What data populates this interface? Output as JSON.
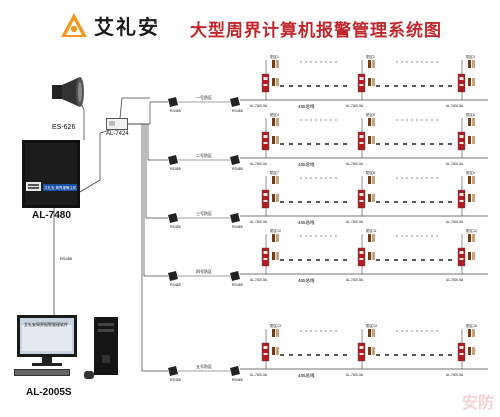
{
  "header": {
    "brand_name": "艾礼安",
    "title": "大型周界计算机报警管理系统图"
  },
  "devices": {
    "siren_label": "ES-626",
    "expander_label": "AL-7424",
    "host_label": "AL-7480",
    "host_panel_text": "艾礼安 周界报警主机",
    "pc_label": "AL-2005S",
    "monitor_screen_text": "艾礼安周界报警管理软件"
  },
  "rows": [
    {
      "bus_label": "485总线",
      "branch_label": "一号防区"
    },
    {
      "bus_label": "485总线",
      "branch_label": "二号防区"
    },
    {
      "bus_label": "485总线",
      "branch_label": "三号防区"
    },
    {
      "bus_label": "485总线",
      "branch_label": "四号防区"
    },
    {
      "bus_label": "485总线",
      "branch_label": "五号防区"
    }
  ],
  "zone_labels": [
    [
      "防区1",
      "防区2",
      "防区3"
    ],
    [
      "防区4",
      "防区5",
      "防区6"
    ],
    [
      "防区7",
      "防区8",
      "防区9"
    ],
    [
      "防区10",
      "防区11",
      "防区12"
    ],
    [
      "防区13",
      "防区14",
      "防区15"
    ]
  ],
  "module_label": "AL-7400-5A",
  "link_label": "RS485",
  "watermark": "安防"
}
